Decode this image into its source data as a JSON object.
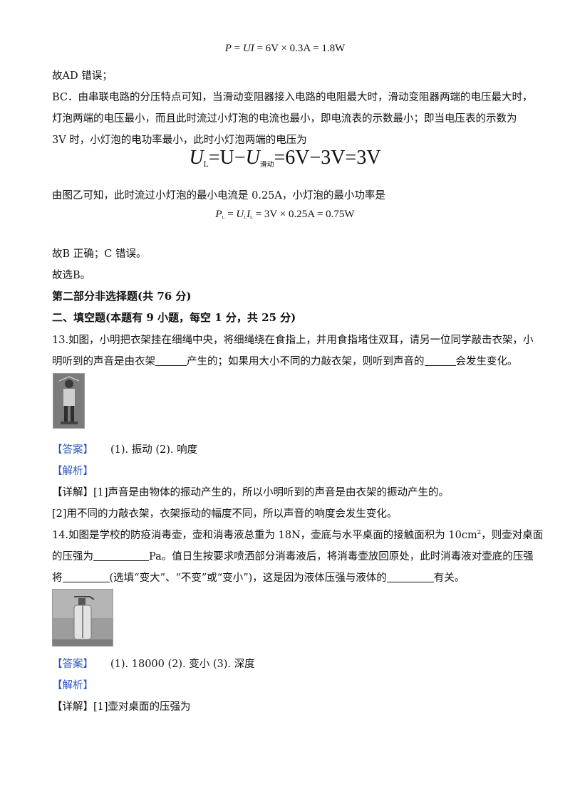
{
  "formula1": {
    "p": "P",
    "eq": " = ",
    "u": "U",
    "i": "I",
    "rest": " = 6V × 0.3A = 1.8W"
  },
  "line_ad": "故AD 错误；",
  "bc1": "BC．由串联电路的分压特点可知，当滑动变阻器接入电路的电阻最大时，滑动变阻器两端的电压最大时，",
  "bc2": "灯泡两端的电压最小，而且此时流过小灯泡的电流也最小，即电流表的示数最小；即当电压表的示数为",
  "bc3": "3V 时，小灯泡的电功率最小，此时小灯泡两端的电压为",
  "formula2": {
    "u": "U",
    "sub_l": "L",
    "mid": "=U−",
    "u2": "U",
    "sub_slide": "滑动",
    "rest": "=6V−3V=3V"
  },
  "fig_line": "由图乙可知，此时流过小灯泡的最小电流是 0.25A，小灯泡的最小功率是",
  "formula3": {
    "p": "P",
    "sub_l": "L",
    "eq": " = ",
    "u": "U",
    "sub_l2": "L",
    "i": "I",
    "sub_l3": "L",
    "rest": " = 3V × 0.25A = 0.75W"
  },
  "line_b": "故B 正确；C 错误。",
  "line_choose": "故选B。",
  "part2": "第二部分非选择题(共 76 分)",
  "section2": "二、填空题(本题有 9 小题，每空 1 分，共 25 分)",
  "q13_1": "13.如图，小明把衣架挂在细绳中央，将细绳绕在食指上，并用食指堵住双耳，请另一位同学敲击衣架，小",
  "q13_2a": "明听到的声音是由衣架",
  "q13_2b": "产生的；如果用大小不同的力敲衣架，则听到声音的",
  "q13_2c": "会发生变化。",
  "q13_answer_tag": "【答案】",
  "q13_answer": "(1). 振动      (2). 响度",
  "q13_analysis_tag": "【解析】",
  "q13_detail_tag": "【详解】",
  "q13_detail1": "[1]声音是由物体的振动产生的，所以小明听到的声音是由衣架的振动产生的。",
  "q13_detail2": "[2]用不同的力敲衣架，衣架振动的幅度不同，所以声音的响度会发生变化。",
  "q14_1a": "14.如图是学校的防疫消毒壶，壶和消毒液总重为 18N，壶底与水平桌面的接触面积为 10cm",
  "q14_1sup": "2",
  "q14_1b": "，则壶对桌面",
  "q14_2a": "的压强为",
  "q14_2b": "Pa。值日生按要求喷洒部分消毒液后，将消毒壶放回原处，此时消毒液对壶底的压强",
  "q14_3a": "将",
  "q14_3b": "(选填“变大”、“不变”或“变小”)，这是因为液体压强与液体的",
  "q14_3c": "有关。",
  "q14_answer_tag": "【答案】",
  "q14_answer": "(1). 18000   (2). 变小      (3). 深度",
  "q14_analysis_tag": "【解析】",
  "q14_detail_tag": "【详解】",
  "q14_detail1": "[1]壶对桌面的压强为"
}
